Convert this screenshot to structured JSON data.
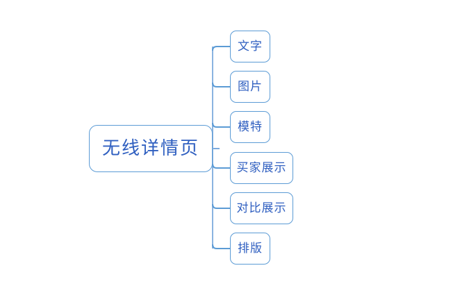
{
  "diagram": {
    "type": "mind-map",
    "title": "无线详情页",
    "background_color": "#ffffff",
    "node_border_color": "#5b9bd5",
    "node_text_color": "#2f5fc0",
    "connector_color": "#5b9bd5",
    "root": {
      "label": "无线详情页"
    },
    "children": [
      {
        "label": "文字",
        "width_class": "narrow"
      },
      {
        "label": "图片",
        "width_class": "narrow"
      },
      {
        "label": "模特",
        "width_class": "narrow"
      },
      {
        "label": "买家展示",
        "width_class": "wide"
      },
      {
        "label": "对比展示",
        "width_class": "wide"
      },
      {
        "label": "排版",
        "width_class": "narrow"
      }
    ]
  }
}
